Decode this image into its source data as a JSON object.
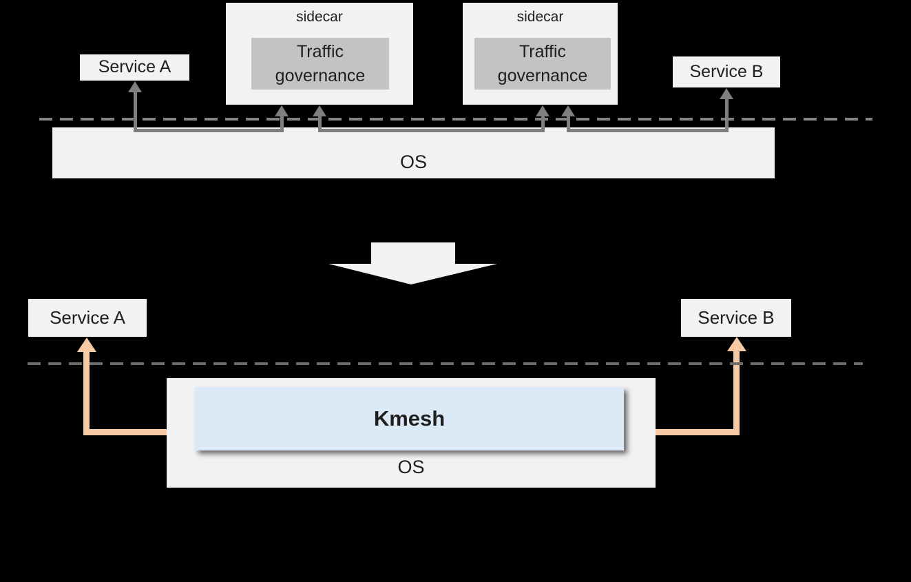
{
  "colors": {
    "canvas_bg": "#000000",
    "box_bg": "#f2f2f2",
    "inner_box_bg": "#c3c3c3",
    "line_gray": "#7f7f7f",
    "dash_top": "#838383",
    "dash_bottom": "#6b6b6b",
    "orange": "#f7caa4",
    "kmesh_blue": "#dce9f6",
    "text": "#1f1f1f"
  },
  "before": {
    "service_a": "Service A",
    "service_b": "Service B",
    "sidecar_1": {
      "label": "sidecar",
      "inner": "Traffic governance"
    },
    "sidecar_2": {
      "label": "sidecar",
      "inner": "Traffic governance"
    },
    "os": "OS"
  },
  "after": {
    "service_a": "Service A",
    "service_b": "Service B",
    "kmesh": "Kmesh",
    "os": "OS"
  }
}
